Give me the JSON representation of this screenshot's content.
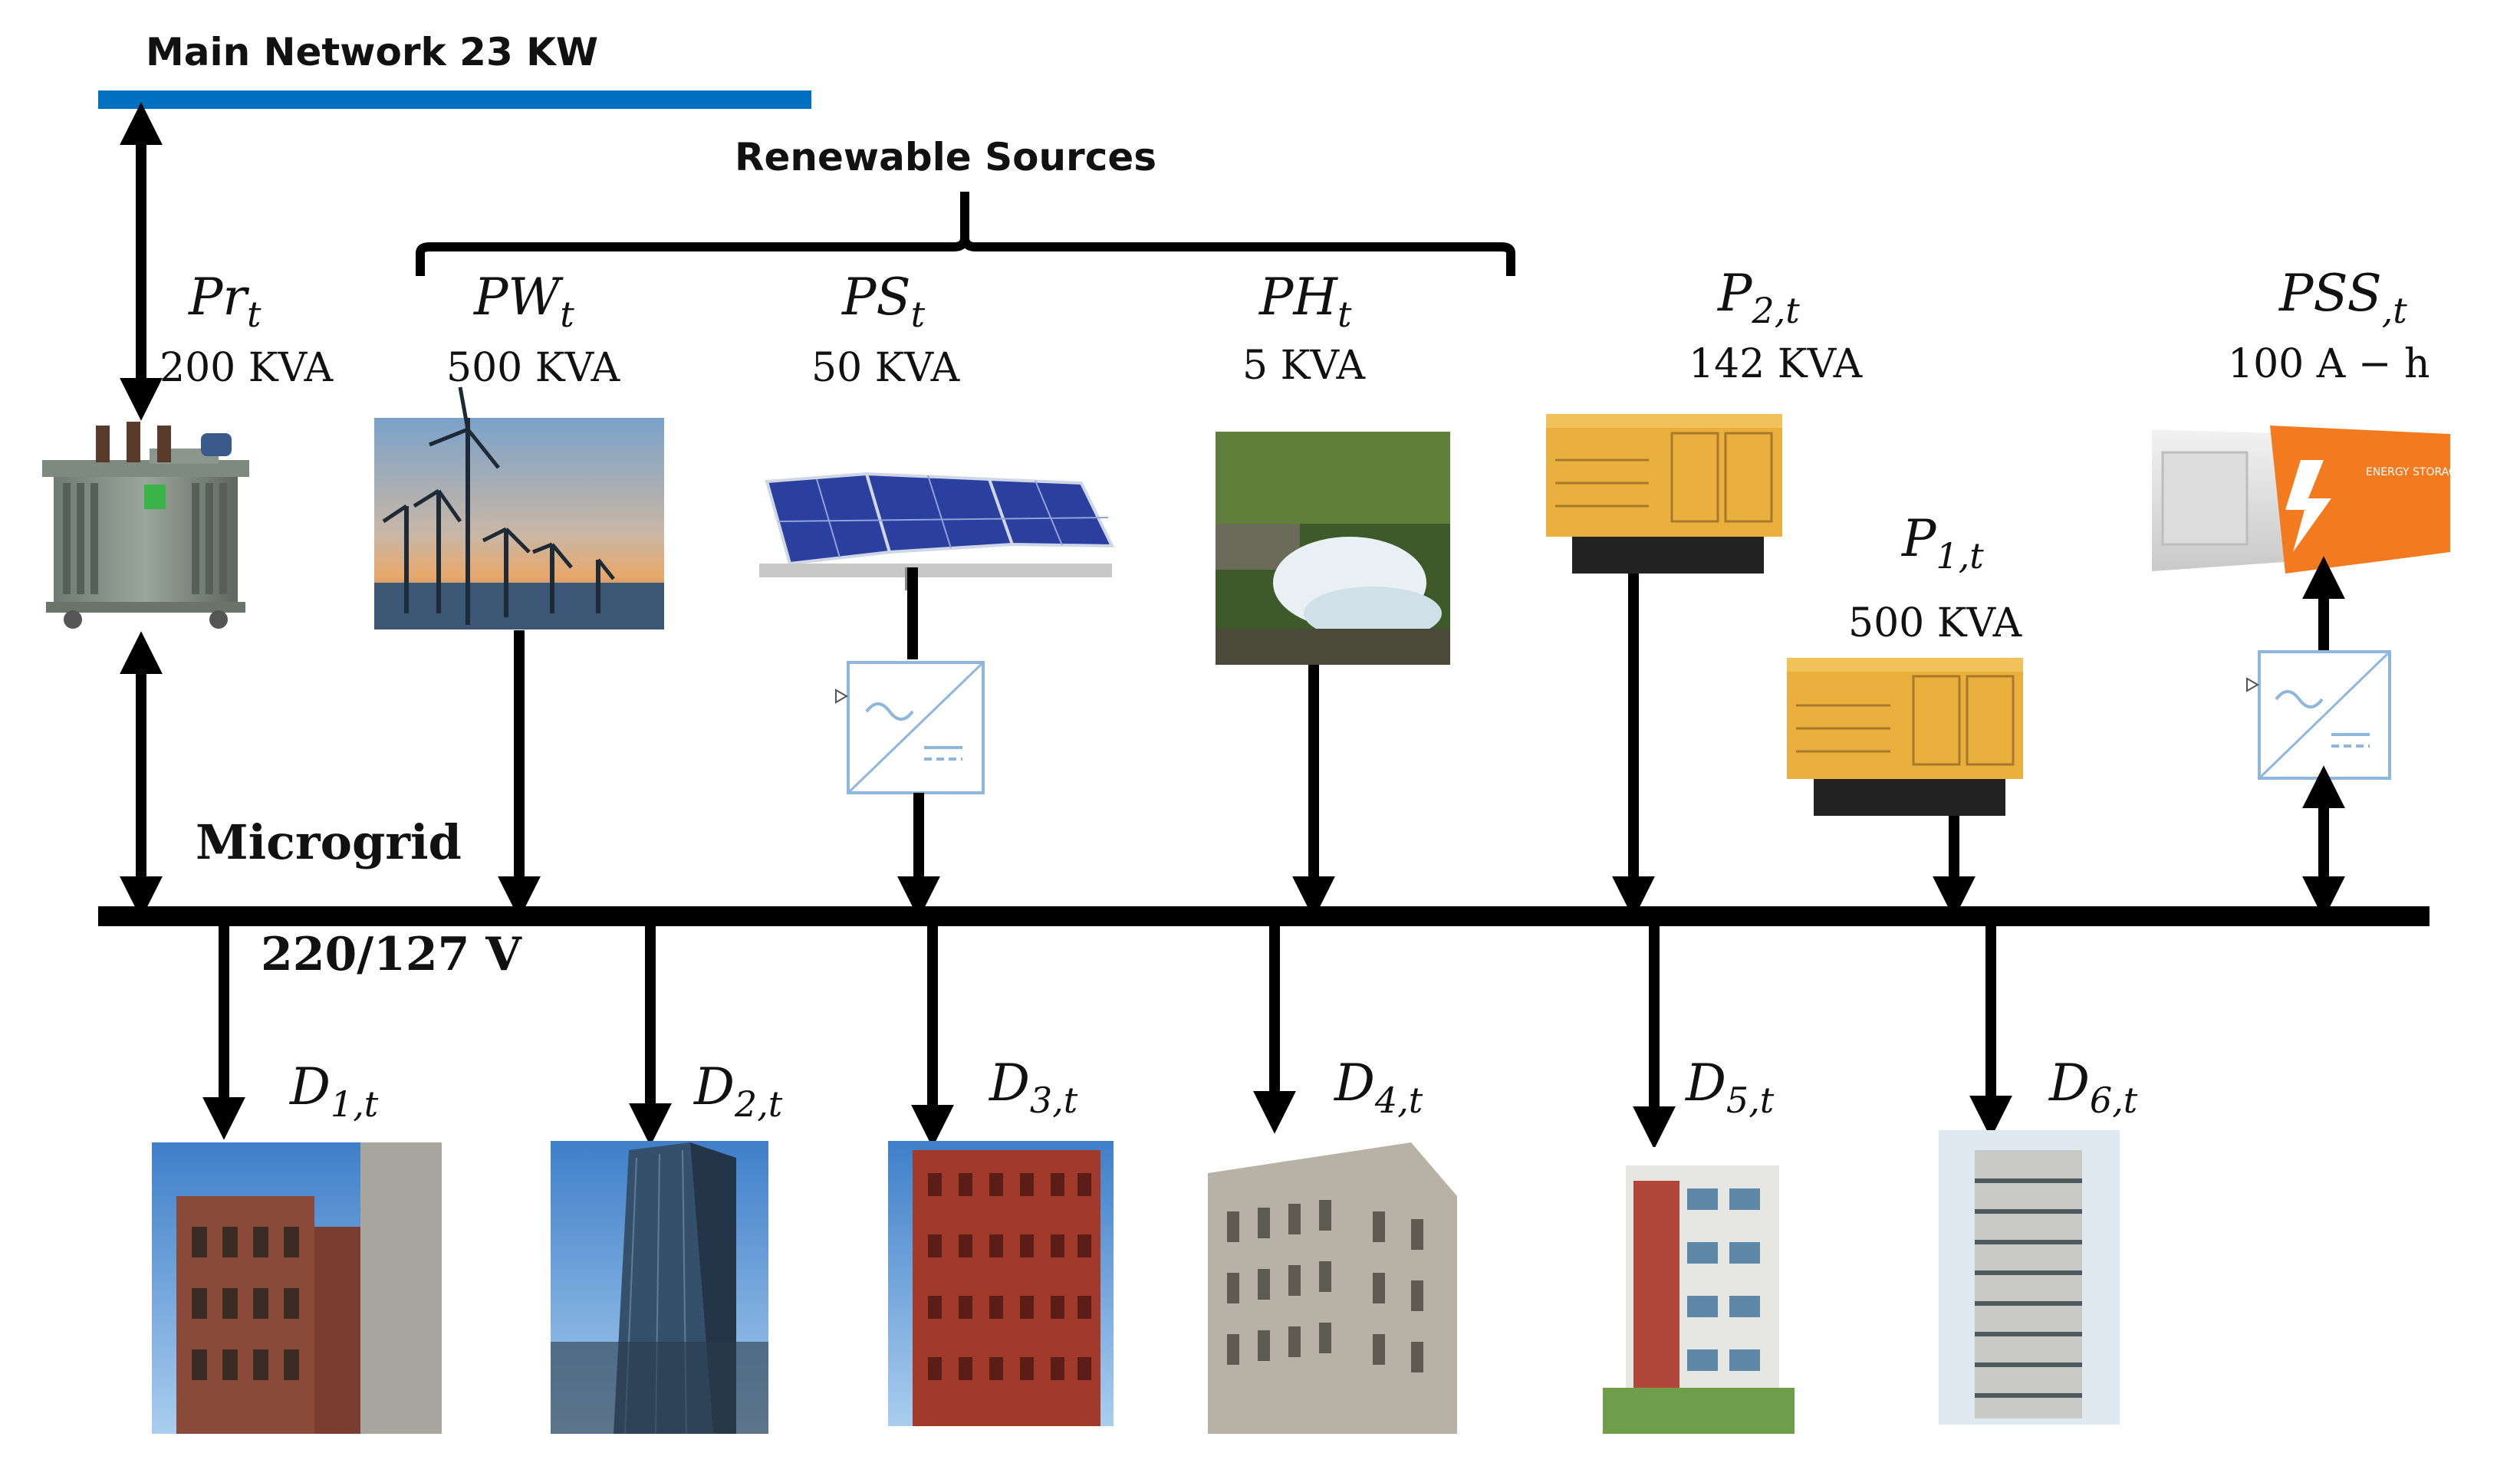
{
  "main_network": {
    "label": "Main Network 23 KW",
    "color": "#0070c0"
  },
  "renewable_group": {
    "label": "Renewable Sources"
  },
  "microgrid": {
    "label": "Microgrid",
    "voltage": "220/127 V"
  },
  "sources": {
    "transformer": {
      "symbol": "Pr",
      "subscript": "t",
      "rating": "200 KVA",
      "icon": "transformer-icon"
    },
    "wind": {
      "symbol": "PW",
      "subscript": "t",
      "rating": "500 KVA",
      "icon": "wind-turbine-icon"
    },
    "solar": {
      "symbol": "PS",
      "subscript": "t",
      "rating": "50 KVA",
      "icon": "solar-panel-icon"
    },
    "hydro": {
      "symbol": "PH",
      "subscript": "t",
      "rating": "5 KVA",
      "icon": "hydro-icon"
    },
    "gen2": {
      "symbol": "P",
      "subscript": "2,t",
      "rating": "142 KVA",
      "icon": "diesel-generator-icon"
    },
    "gen1": {
      "symbol": "P",
      "subscript": "1,t",
      "rating": "500 KVA",
      "icon": "diesel-generator-icon"
    },
    "storage": {
      "symbol": "PSS",
      "subscript": ",t",
      "rating": "100 A − h",
      "icon": "energy-storage-icon",
      "logo_text": "ENERGY STORAGE",
      "accent": "#f47a20"
    }
  },
  "loads": [
    {
      "symbol": "D",
      "subscript": "1,t",
      "icon": "building-icon"
    },
    {
      "symbol": "D",
      "subscript": "2,t",
      "icon": "building-icon"
    },
    {
      "symbol": "D",
      "subscript": "3,t",
      "icon": "building-icon"
    },
    {
      "symbol": "D",
      "subscript": "4,t",
      "icon": "building-icon"
    },
    {
      "symbol": "D",
      "subscript": "5,t",
      "icon": "building-icon"
    },
    {
      "symbol": "D",
      "subscript": "6,t",
      "icon": "building-icon"
    }
  ],
  "colors": {
    "generator": "#e9b03d",
    "panel": "#2b3f9e",
    "line": "#000000"
  }
}
